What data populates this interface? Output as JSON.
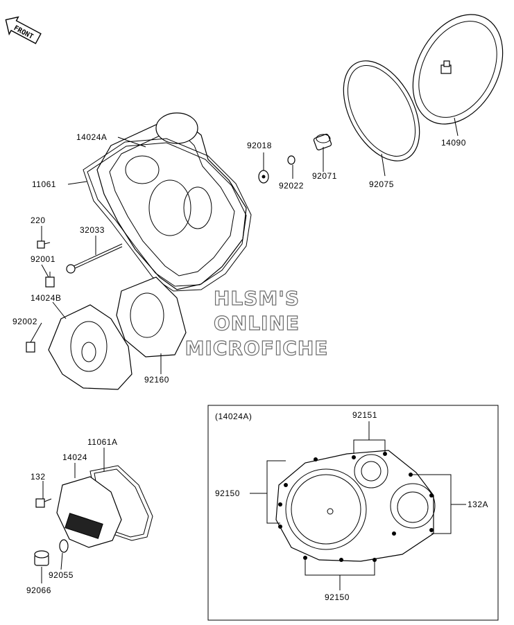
{
  "front_badge": "FRONT",
  "watermark": [
    "HLSM'S",
    "ONLINE",
    "MICROFICHE"
  ],
  "callouts": {
    "c14024A": "14024A",
    "c11061": "11061",
    "c92018": "92018",
    "c92022": "92022",
    "c92071": "92071",
    "c92075": "92075",
    "c14090": "14090",
    "c220": "220",
    "c32033": "32033",
    "c92001": "92001",
    "c14024B": "14024B",
    "c92002": "92002",
    "c92160": "92160",
    "c11061A": "11061A",
    "c14024": "14024",
    "c132": "132",
    "c92055": "92055",
    "c92066": "92066"
  },
  "inset": {
    "title": "(14024A)",
    "c92151": "92151",
    "c92150_left": "92150",
    "c132A": "132A",
    "c92150_bottom": "92150"
  }
}
